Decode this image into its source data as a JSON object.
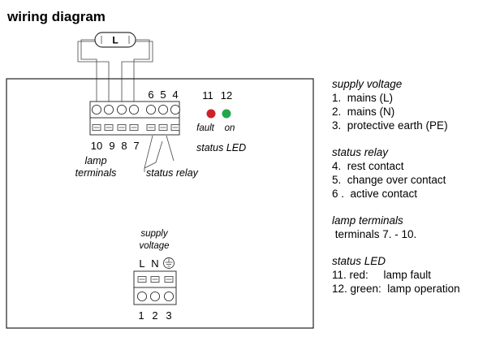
{
  "title": "wiring diagram",
  "lamp_symbol": "L",
  "top_terminals": {
    "numbers_top": [
      "6",
      "5",
      "4"
    ],
    "numbers_bottom": [
      "10",
      "9",
      "8",
      "7"
    ]
  },
  "labels": {
    "lamp_terminals": [
      "lamp",
      "terminals"
    ],
    "status_relay": "status relay",
    "status_led": "status LED",
    "supply_voltage": [
      "supply",
      "voltage"
    ]
  },
  "leds": [
    {
      "number": "11",
      "label": "fault",
      "color": "#cc2229"
    },
    {
      "number": "12",
      "label": "on",
      "color": "#22a84a"
    }
  ],
  "supply_terminal": {
    "symbols": [
      "L",
      "N"
    ],
    "earth_icon": "protective-earth-icon",
    "numbers": [
      "1",
      "2",
      "3"
    ]
  },
  "legend": [
    {
      "heading": "supply voltage",
      "items": [
        "1.  mains (L)",
        "2.  mains (N)",
        "3.  protective earth (PE)"
      ]
    },
    {
      "heading": "status relay",
      "items": [
        "4.  rest contact",
        "5.  change over contact",
        "6 .  active contact"
      ]
    },
    {
      "heading": "lamp terminals",
      "items": [
        " terminals 7. - 10."
      ]
    },
    {
      "heading": "status LED",
      "items": [
        "11. red:     lamp fault",
        "12. green:  lamp operation"
      ]
    }
  ]
}
